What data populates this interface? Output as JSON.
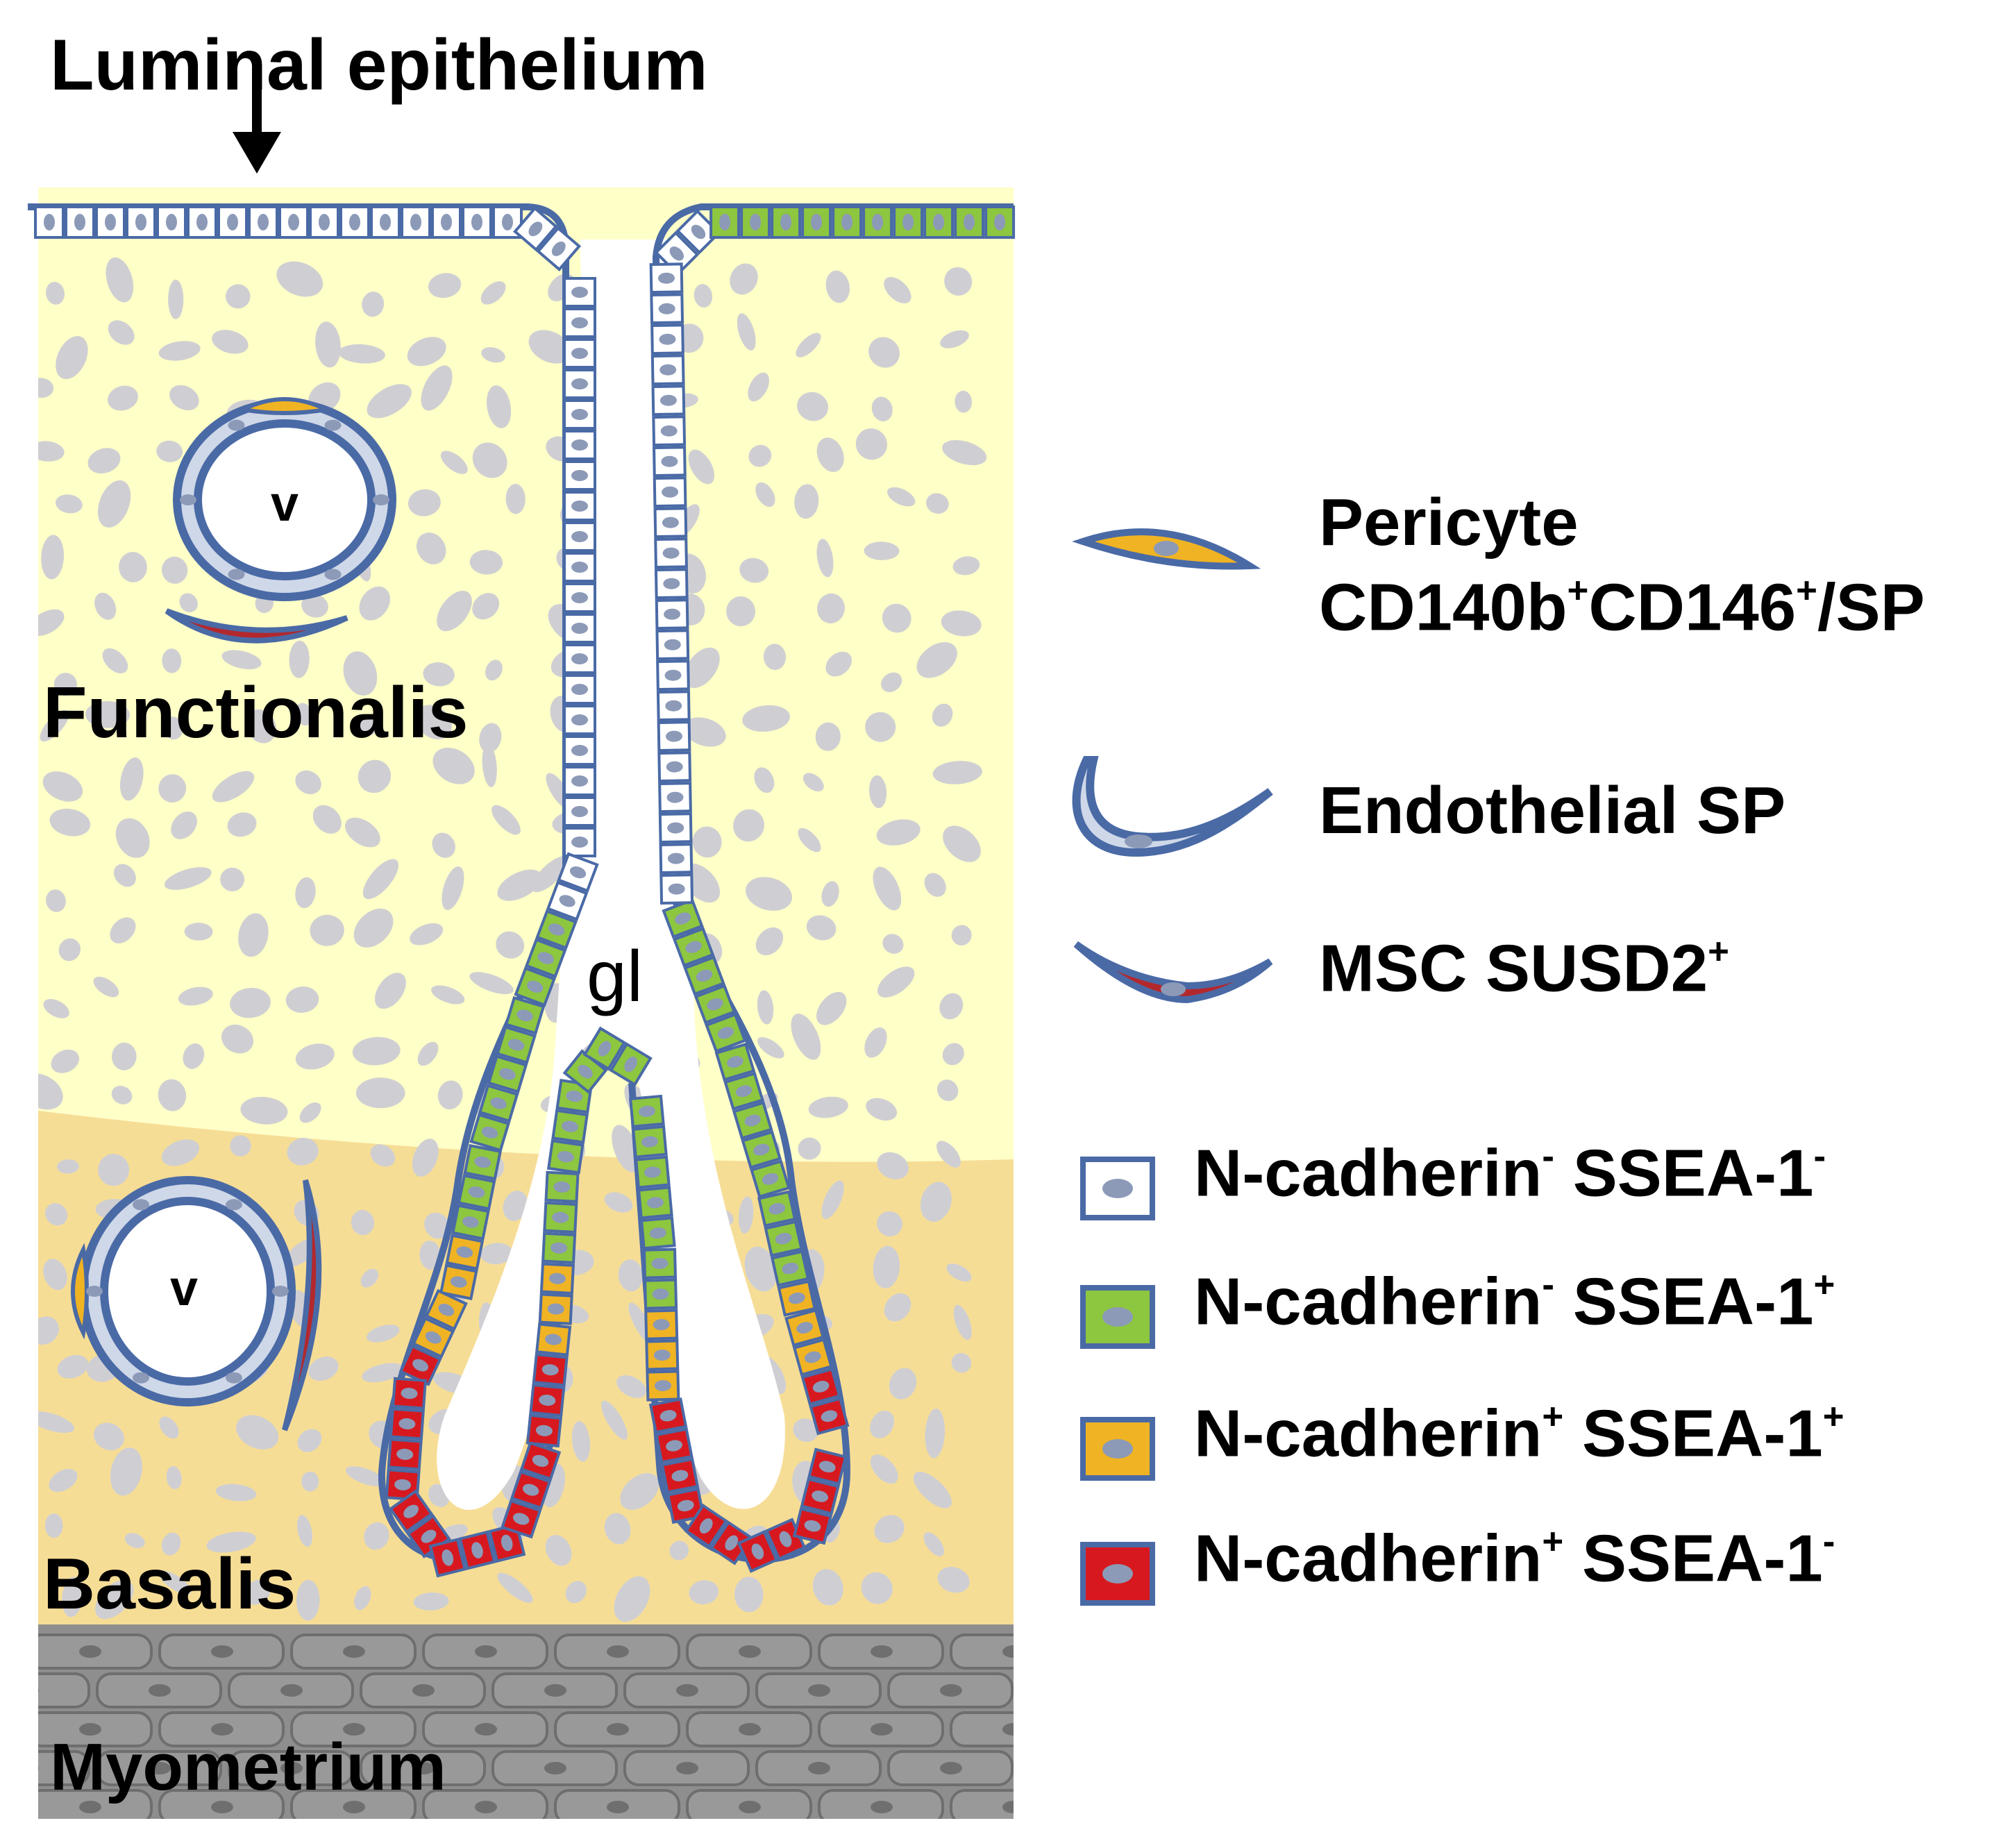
{
  "labels": {
    "luminal_epithelium": "Luminal epithelium",
    "functionalis": "Functionalis",
    "basalis": "Basalis",
    "myometrium": "Myometrium",
    "gland": "gl",
    "vessel_top": "v",
    "vessel_bottom": "v"
  },
  "legend": {
    "pericyte": {
      "line1": "Pericyte",
      "line2_a": "CD140b",
      "line2_a_sup": "+",
      "line2_b": "CD146",
      "line2_b_sup": "+",
      "line2_c": "/SP"
    },
    "endothelial": {
      "text": "Endothelial SP"
    },
    "msc": {
      "text": "MSC SUSD2",
      "sup": "+"
    },
    "cells": [
      {
        "label_a": "N-cadherin",
        "sup_a": "-",
        "label_b": " SSEA-1",
        "sup_b": "-",
        "color": "#ffffff"
      },
      {
        "label_a": "N-cadherin",
        "sup_a": "-",
        "label_b": " SSEA-1",
        "sup_b": "+",
        "color": "#8dc63f"
      },
      {
        "label_a": "N-cadherin",
        "sup_a": "+",
        "label_b": " SSEA-1",
        "sup_b": "+",
        "color": "#f0b323"
      },
      {
        "label_a": "N-cadherin",
        "sup_a": "+",
        "label_b": " SSEA-1",
        "sup_b": "-",
        "color": "#d7191f"
      }
    ]
  },
  "colors": {
    "functionalis": "#ffffc8",
    "basalis": "#f6dd96",
    "myometrium": "#8f8e8f",
    "stroma_cell": "#cfcfd3",
    "outline": "#4a6aa6",
    "nucleus": "#8c9ab8",
    "white_cell": "#ffffff",
    "green_cell": "#8dc63f",
    "yellow_cell": "#f0b323",
    "red_cell": "#d7191f",
    "msc": "#b3282d"
  }
}
